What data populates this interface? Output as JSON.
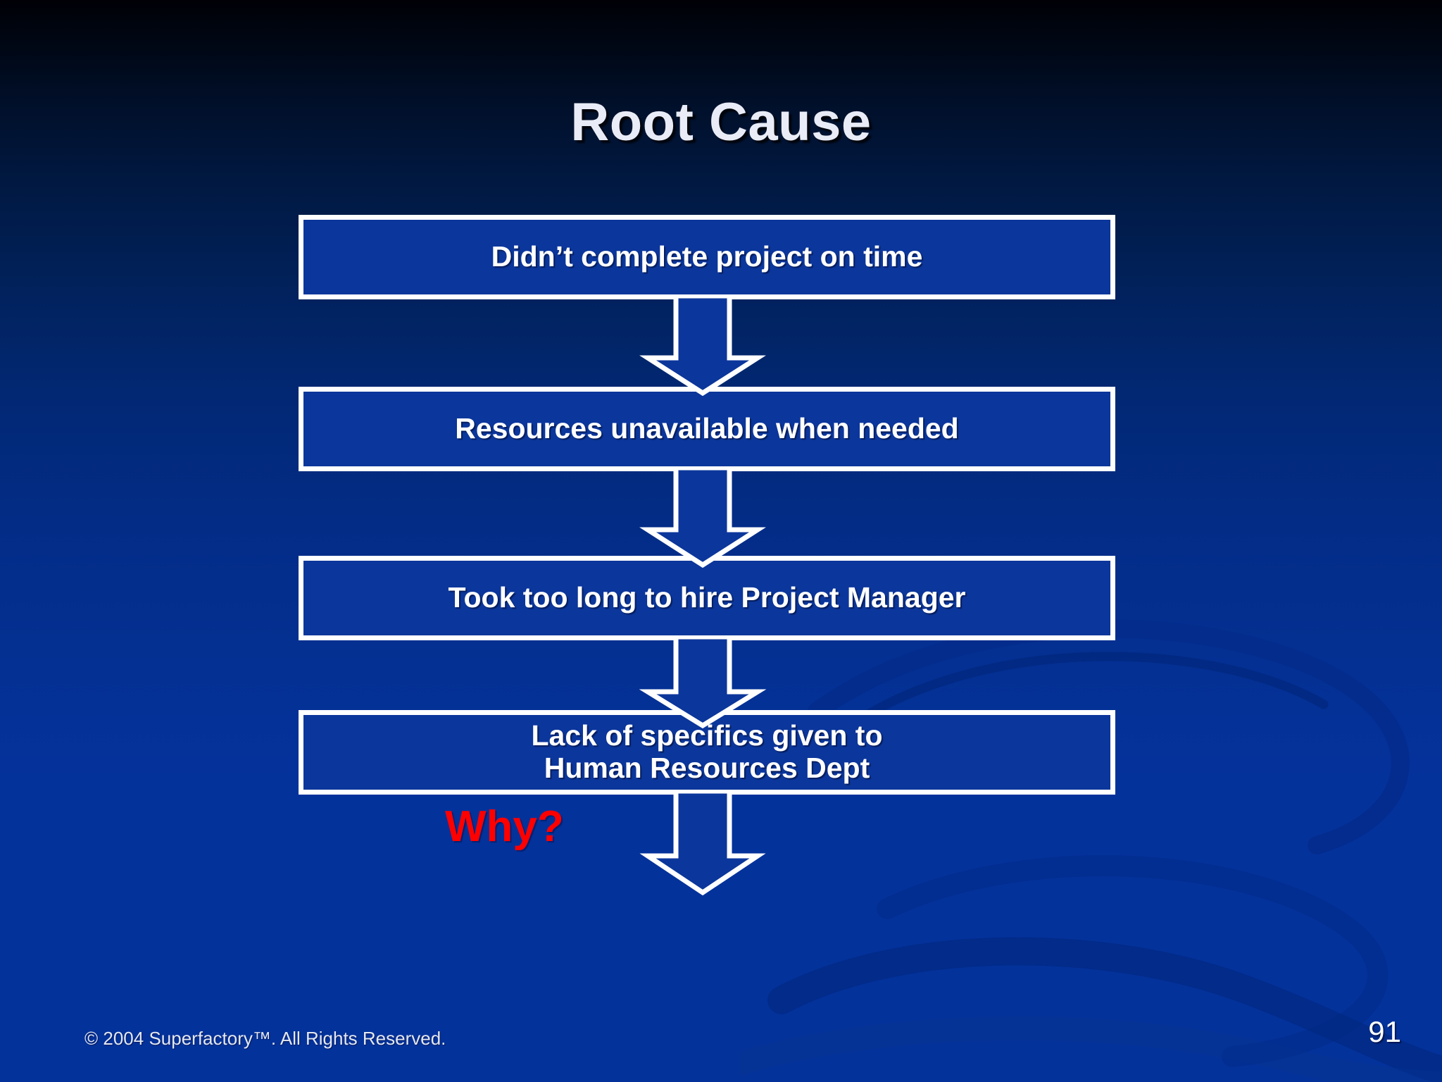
{
  "slide": {
    "title": "Root Cause",
    "page_number": "91",
    "copyright": "© 2004 Superfactory™.  All Rights Reserved."
  },
  "theme": {
    "background_top": "#000006",
    "background_bottom": "#04329b",
    "box_fill": "#0b369b",
    "box_border": "#ffffff",
    "text_color": "#ffffff",
    "title_color": "#e9ecf6",
    "accent_red": "#ff0000"
  },
  "diagram": {
    "type": "flowchart-vertical",
    "annotation": {
      "label": "Why?",
      "color": "#ff0000"
    },
    "nodes": [
      {
        "id": "node0",
        "label": "Didn’t complete project on time"
      },
      {
        "id": "node1",
        "label": "Resources unavailable when needed"
      },
      {
        "id": "node2",
        "label": "Took too long to hire Project Manager"
      },
      {
        "id": "node3",
        "label": "Lack of specifics given to\nHuman Resources Dept"
      }
    ],
    "connectors": [
      {
        "id": "arrow0",
        "from": "node0",
        "to": "node1",
        "shape": "block-arrow-down"
      },
      {
        "id": "arrow1",
        "from": "node1",
        "to": "node2",
        "shape": "block-arrow-down"
      },
      {
        "id": "arrow2",
        "from": "node2",
        "to": "node3",
        "shape": "block-arrow-down"
      },
      {
        "id": "arrow3",
        "from": "node3",
        "to": "",
        "shape": "block-arrow-down"
      }
    ]
  }
}
